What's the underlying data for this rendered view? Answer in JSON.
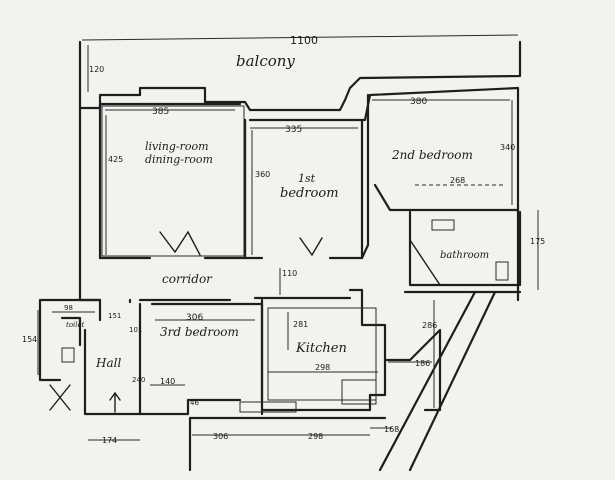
{
  "plan": {
    "rooms": {
      "balcony": "balcony",
      "living_line1": "living-room",
      "living_line2": "dining-room",
      "bedroom1_line1": "1st",
      "bedroom1_line2": "bedroom",
      "bedroom2": "2nd bedroom",
      "corridor": "corridor",
      "bedroom3": "3rd bedroom",
      "kitchen": "Kitchen",
      "bathroom": "bathroom",
      "hall": "Hall",
      "toilet": "toilet"
    },
    "dimensions": {
      "balcony_width": "1100",
      "balcony_depth": "120",
      "living_width": "385",
      "living_depth": "425",
      "bedroom1_width": "335",
      "bedroom1_depth": "360",
      "bedroom2_width": "380",
      "bedroom2_depth": "340",
      "bedroom2_inner": "268",
      "bathroom_height": "175",
      "corridor_height": "110",
      "toilet_width": "98",
      "toilet_height": "154",
      "hall_top": "151",
      "bedroom3_width": "306",
      "bedroom3_left": "101",
      "hall_side": "240",
      "hall_step": "140",
      "hall_bottom": "174",
      "bedroom3_bottom_side": "46",
      "kitchen_depth": "281",
      "kitchen_width": "298",
      "kitchen_side": "186",
      "stair_height": "286",
      "bottom_306": "306",
      "bottom_298": "298",
      "bottom_168": "168"
    }
  }
}
